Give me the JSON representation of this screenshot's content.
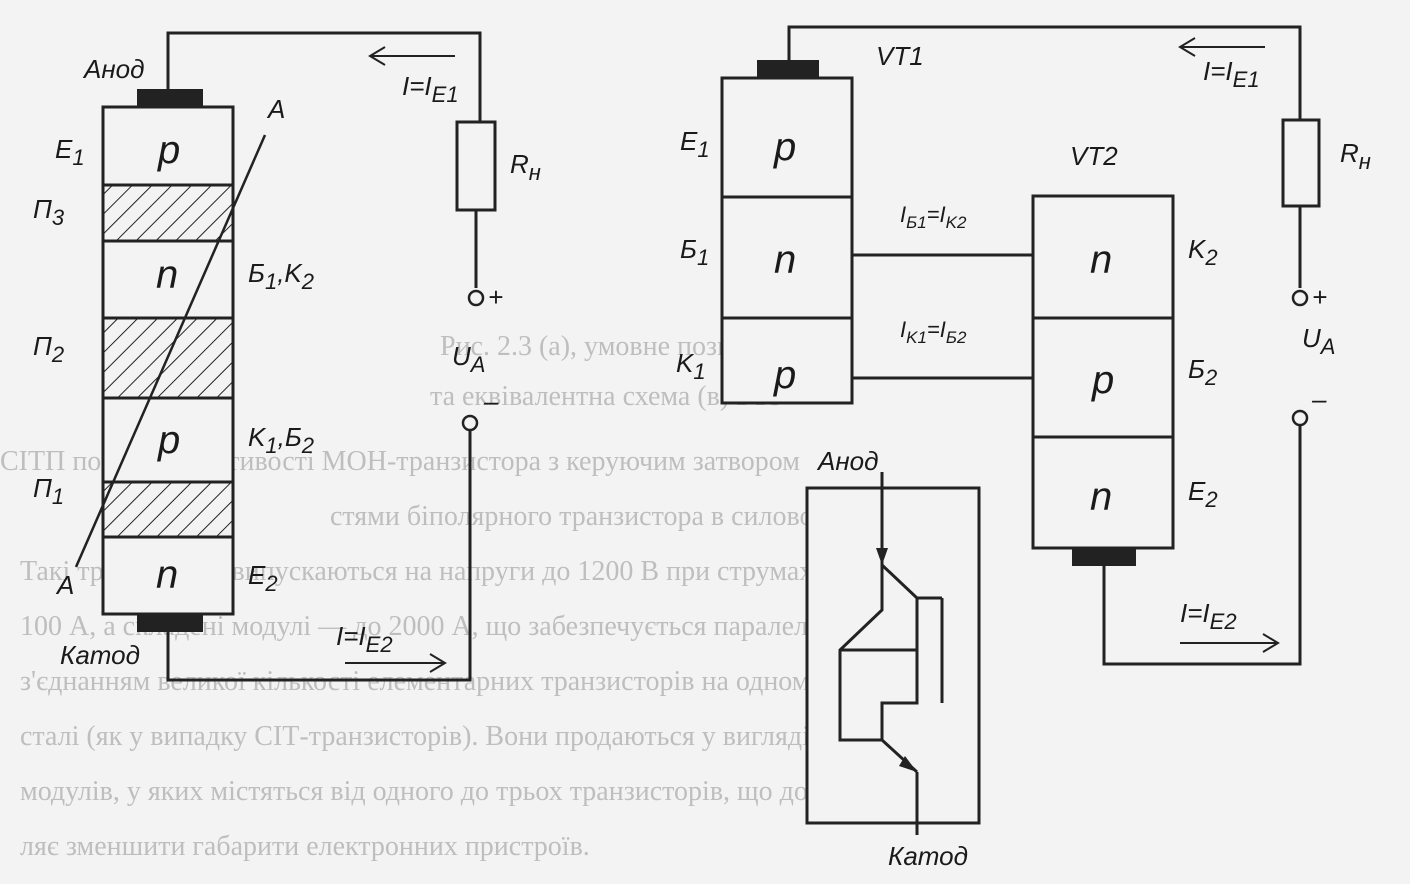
{
  "thyristor": {
    "layers": [
      "p",
      "n",
      "p",
      "n"
    ],
    "anode": "Анод",
    "cathode": "Катод",
    "line_top": "A",
    "line_bottom": "A",
    "left_labels": {
      "e1": "E",
      "p3": "П",
      "p2": "П",
      "p1": "П"
    },
    "left_label_subs": {
      "e1": "1",
      "p3": "3",
      "p2": "2",
      "p1": "1"
    },
    "right_labels": {
      "b1k2": "Б",
      "b1k2_mid": ",K",
      "k1b2": "K",
      "k1b2_mid": ",Б",
      "e2": "E"
    },
    "right_label_subs": {
      "b1k2_a": "1",
      "b1k2_b": "2",
      "k1b2_a": "1",
      "k1b2_b": "2",
      "e2": "2"
    },
    "current_top": "I=I",
    "current_top_sub": "E1",
    "current_bottom": "I=I",
    "current_bottom_sub": "E2",
    "load": "R",
    "load_sub": "н",
    "supply": "U",
    "supply_sub": "A",
    "plus": "+",
    "minus": "–"
  },
  "equivalent": {
    "vt1": "VT1",
    "vt2": "VT2",
    "vt1_layers": [
      "p",
      "n",
      "p"
    ],
    "vt2_layers": [
      "n",
      "p",
      "n"
    ],
    "vt1_labels": {
      "e1": "E",
      "b1": "Б",
      "k1": "K"
    },
    "vt1_subs": {
      "e1": "1",
      "b1": "1",
      "k1": "1"
    },
    "vt2_labels": {
      "k2": "K",
      "b2": "Б",
      "e2": "E"
    },
    "vt2_subs": {
      "k2": "2",
      "b2": "2",
      "e2": "2"
    },
    "link_top": "I",
    "link_top_sub1": "Б1",
    "link_top_eq": "=I",
    "link_top_sub2": "K2",
    "link_bot": "I",
    "link_bot_sub1": "K1",
    "link_bot_eq": "=I",
    "link_bot_sub2": "Б2",
    "current_top": "I=I",
    "current_top_sub": "E1",
    "current_bottom": "I=I",
    "current_bottom_sub": "E2",
    "load": "R",
    "load_sub": "н",
    "supply": "U",
    "supply_sub": "A",
    "plus": "+",
    "minus": "–"
  },
  "symbol": {
    "anode": "Анод",
    "cathode": "Катод"
  }
}
